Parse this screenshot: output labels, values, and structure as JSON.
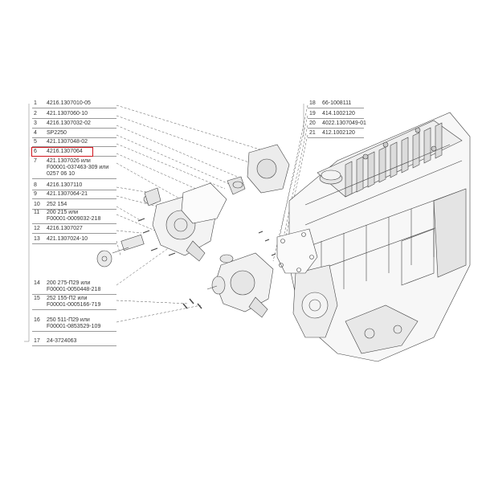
{
  "left_legend": [
    {
      "n": "1",
      "lines": [
        "4216.1307010-05"
      ]
    },
    {
      "n": "2",
      "lines": [
        "421.1307060-10"
      ]
    },
    {
      "n": "3",
      "lines": [
        "4216.1307032-02"
      ]
    },
    {
      "n": "4",
      "lines": [
        "SP2250"
      ]
    },
    {
      "n": "5",
      "lines": [
        "421.1307048-02"
      ]
    },
    {
      "n": "6",
      "lines": [
        "4216.1307064"
      ]
    },
    {
      "n": "7",
      "lines": [
        "421.1307026 или",
        "F00001-037463-309 или",
        "0257 06 10"
      ]
    },
    {
      "n": "8",
      "lines": [
        "4216.1307110"
      ]
    },
    {
      "n": "9",
      "lines": [
        "421.1307064-21"
      ]
    },
    {
      "n": "10",
      "lines": [
        "252 154"
      ]
    },
    {
      "n": "11",
      "lines": [
        "200 215 или",
        "F00001-0009032-218"
      ]
    },
    {
      "n": "12",
      "lines": [
        "4216.1307027"
      ]
    },
    {
      "n": "13",
      "lines": [
        "421.1307024-10"
      ]
    },
    {
      "n": "14",
      "lines": [
        "200 275-П29 или",
        "F00001-0050448-218"
      ]
    },
    {
      "n": "15",
      "lines": [
        "252 155-П2 или",
        "F00001-0005166-719"
      ]
    },
    {
      "n": "16",
      "lines": [
        "250 511-П29 или",
        "F00001-0853529-109"
      ]
    },
    {
      "n": "17",
      "lines": [
        "24-3724063"
      ]
    }
  ],
  "right_legend": [
    {
      "n": "18",
      "lines": [
        "66-1008111"
      ]
    },
    {
      "n": "19",
      "lines": [
        "414.1002120"
      ]
    },
    {
      "n": "20",
      "lines": [
        "4022.1307049-01"
      ]
    },
    {
      "n": "21",
      "lines": [
        "412.1002120"
      ]
    }
  ],
  "highlighted_item": "6",
  "highlight_color": "#d0141c"
}
